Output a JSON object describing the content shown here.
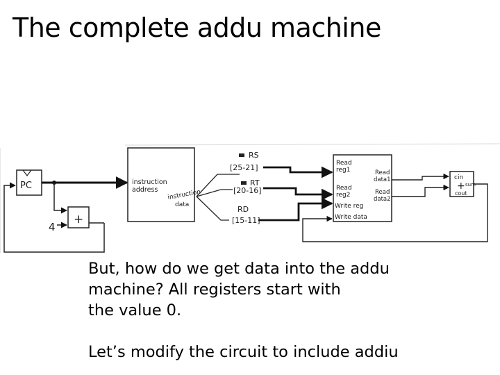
{
  "slide": {
    "title": "The complete addu machine",
    "paragraph1": [
      "But, how do we get data into the addu",
      "machine? All registers start with",
      "the value 0."
    ],
    "paragraph2": "Let’s modify the circuit to include addiu"
  },
  "diagram": {
    "pc_label": "PC",
    "adder_label": "+",
    "four_label": "4",
    "imem_address_label": [
      "instruction",
      "address"
    ],
    "imem_data_label": [
      "instruction",
      "data"
    ],
    "rs_label": "RS",
    "rs_bits": "[25-21]",
    "rt_label": "RT",
    "rt_bits": "[20-16]",
    "rd_label": "RD",
    "rd_bits": "[15-11]",
    "regfile": {
      "read_reg1": [
        "Read",
        "reg1"
      ],
      "read_reg2": [
        "Read",
        "reg2"
      ],
      "write_reg": "Write reg",
      "write_data": "Write data",
      "read_data1": [
        "Read",
        "data1"
      ],
      "read_data2": [
        "Read",
        "data2"
      ]
    },
    "alu": {
      "cin": "cin",
      "plus": "+",
      "sum": "sum",
      "cout": "cout"
    }
  }
}
